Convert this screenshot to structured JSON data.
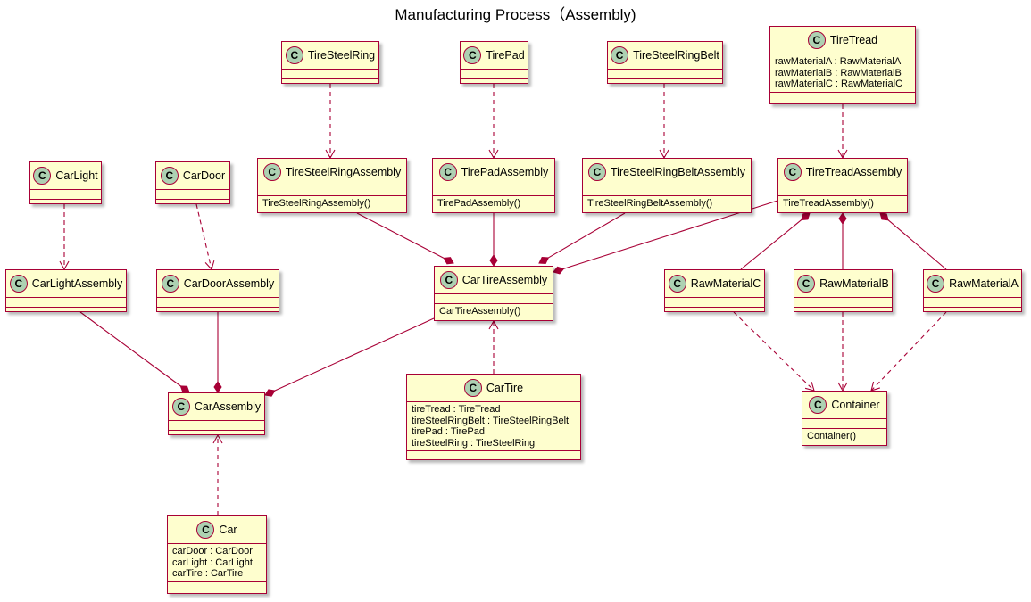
{
  "title": "Manufacturing Process（Assembly)",
  "colors": {
    "fill": "#FEFECE",
    "border": "#A80036",
    "badge": "#ADD1B2"
  },
  "badge_letter": "C",
  "classes": {
    "TireSteelRing": {
      "name": "TireSteelRing",
      "fields": [],
      "methods": []
    },
    "TirePad": {
      "name": "TirePad",
      "fields": [],
      "methods": []
    },
    "TireSteelRingBelt": {
      "name": "TireSteelRingBelt",
      "fields": [],
      "methods": []
    },
    "TireTread": {
      "name": "TireTread",
      "fields": [
        "rawMaterialA : RawMaterialA",
        "rawMaterialB : RawMaterialB",
        "rawMaterialC : RawMaterialC"
      ],
      "methods": []
    },
    "CarLight": {
      "name": "CarLight",
      "fields": [],
      "methods": []
    },
    "CarDoor": {
      "name": "CarDoor",
      "fields": [],
      "methods": []
    },
    "TireSteelRingAssembly": {
      "name": "TireSteelRingAssembly",
      "fields": [],
      "methods": [
        "TireSteelRingAssembly()"
      ]
    },
    "TirePadAssembly": {
      "name": "TirePadAssembly",
      "fields": [],
      "methods": [
        "TirePadAssembly()"
      ]
    },
    "TireSteelRingBeltAssembly": {
      "name": "TireSteelRingBeltAssembly",
      "fields": [],
      "methods": [
        "TireSteelRingBeltAssembly()"
      ]
    },
    "TireTreadAssembly": {
      "name": "TireTreadAssembly",
      "fields": [],
      "methods": [
        "TireTreadAssembly()"
      ]
    },
    "CarLightAssembly": {
      "name": "CarLightAssembly",
      "fields": [],
      "methods": []
    },
    "CarDoorAssembly": {
      "name": "CarDoorAssembly",
      "fields": [],
      "methods": []
    },
    "CarTireAssembly": {
      "name": "CarTireAssembly",
      "fields": [],
      "methods": [
        "CarTireAssembly()"
      ]
    },
    "RawMaterialC": {
      "name": "RawMaterialC",
      "fields": [],
      "methods": []
    },
    "RawMaterialB": {
      "name": "RawMaterialB",
      "fields": [],
      "methods": []
    },
    "RawMaterialA": {
      "name": "RawMaterialA",
      "fields": [],
      "methods": []
    },
    "CarAssembly": {
      "name": "CarAssembly",
      "fields": [],
      "methods": []
    },
    "CarTire": {
      "name": "CarTire",
      "fields": [
        "tireTread : TireTread",
        "tireSteelRingBelt : TireSteelRingBelt",
        "tirePad : TirePad",
        "tireSteelRing : TireSteelRing"
      ],
      "methods": []
    },
    "Container": {
      "name": "Container",
      "fields": [],
      "methods": [
        "Container()"
      ]
    },
    "Car": {
      "name": "Car",
      "fields": [
        "carDoor : CarDoor",
        "carLight : CarLight",
        "carTire : CarTire"
      ],
      "methods": []
    }
  },
  "relations": [
    {
      "from": "TireSteelRing",
      "to": "TireSteelRingAssembly",
      "kind": "dependency"
    },
    {
      "from": "TirePad",
      "to": "TirePadAssembly",
      "kind": "dependency"
    },
    {
      "from": "TireSteelRingBelt",
      "to": "TireSteelRingBeltAssembly",
      "kind": "dependency"
    },
    {
      "from": "TireTread",
      "to": "TireTreadAssembly",
      "kind": "dependency"
    },
    {
      "from": "CarLight",
      "to": "CarLightAssembly",
      "kind": "dependency"
    },
    {
      "from": "CarDoor",
      "to": "CarDoorAssembly",
      "kind": "dependency"
    },
    {
      "from": "TireSteelRingAssembly",
      "to": "CarTireAssembly",
      "kind": "composition"
    },
    {
      "from": "TirePadAssembly",
      "to": "CarTireAssembly",
      "kind": "composition"
    },
    {
      "from": "TireSteelRingBeltAssembly",
      "to": "CarTireAssembly",
      "kind": "composition"
    },
    {
      "from": "TireTreadAssembly",
      "to": "CarTireAssembly",
      "kind": "composition"
    },
    {
      "from": "RawMaterialC",
      "to": "TireTreadAssembly",
      "kind": "composition"
    },
    {
      "from": "RawMaterialB",
      "to": "TireTreadAssembly",
      "kind": "composition"
    },
    {
      "from": "RawMaterialA",
      "to": "TireTreadAssembly",
      "kind": "composition"
    },
    {
      "from": "CarLightAssembly",
      "to": "CarAssembly",
      "kind": "composition"
    },
    {
      "from": "CarDoorAssembly",
      "to": "CarAssembly",
      "kind": "composition"
    },
    {
      "from": "CarTireAssembly",
      "to": "CarAssembly",
      "kind": "composition"
    },
    {
      "from": "CarTire",
      "to": "CarTireAssembly",
      "kind": "dependency"
    },
    {
      "from": "Car",
      "to": "CarAssembly",
      "kind": "dependency"
    },
    {
      "from": "RawMaterialC",
      "to": "Container",
      "kind": "dependency"
    },
    {
      "from": "RawMaterialB",
      "to": "Container",
      "kind": "dependency"
    },
    {
      "from": "RawMaterialA",
      "to": "Container",
      "kind": "dependency"
    }
  ]
}
